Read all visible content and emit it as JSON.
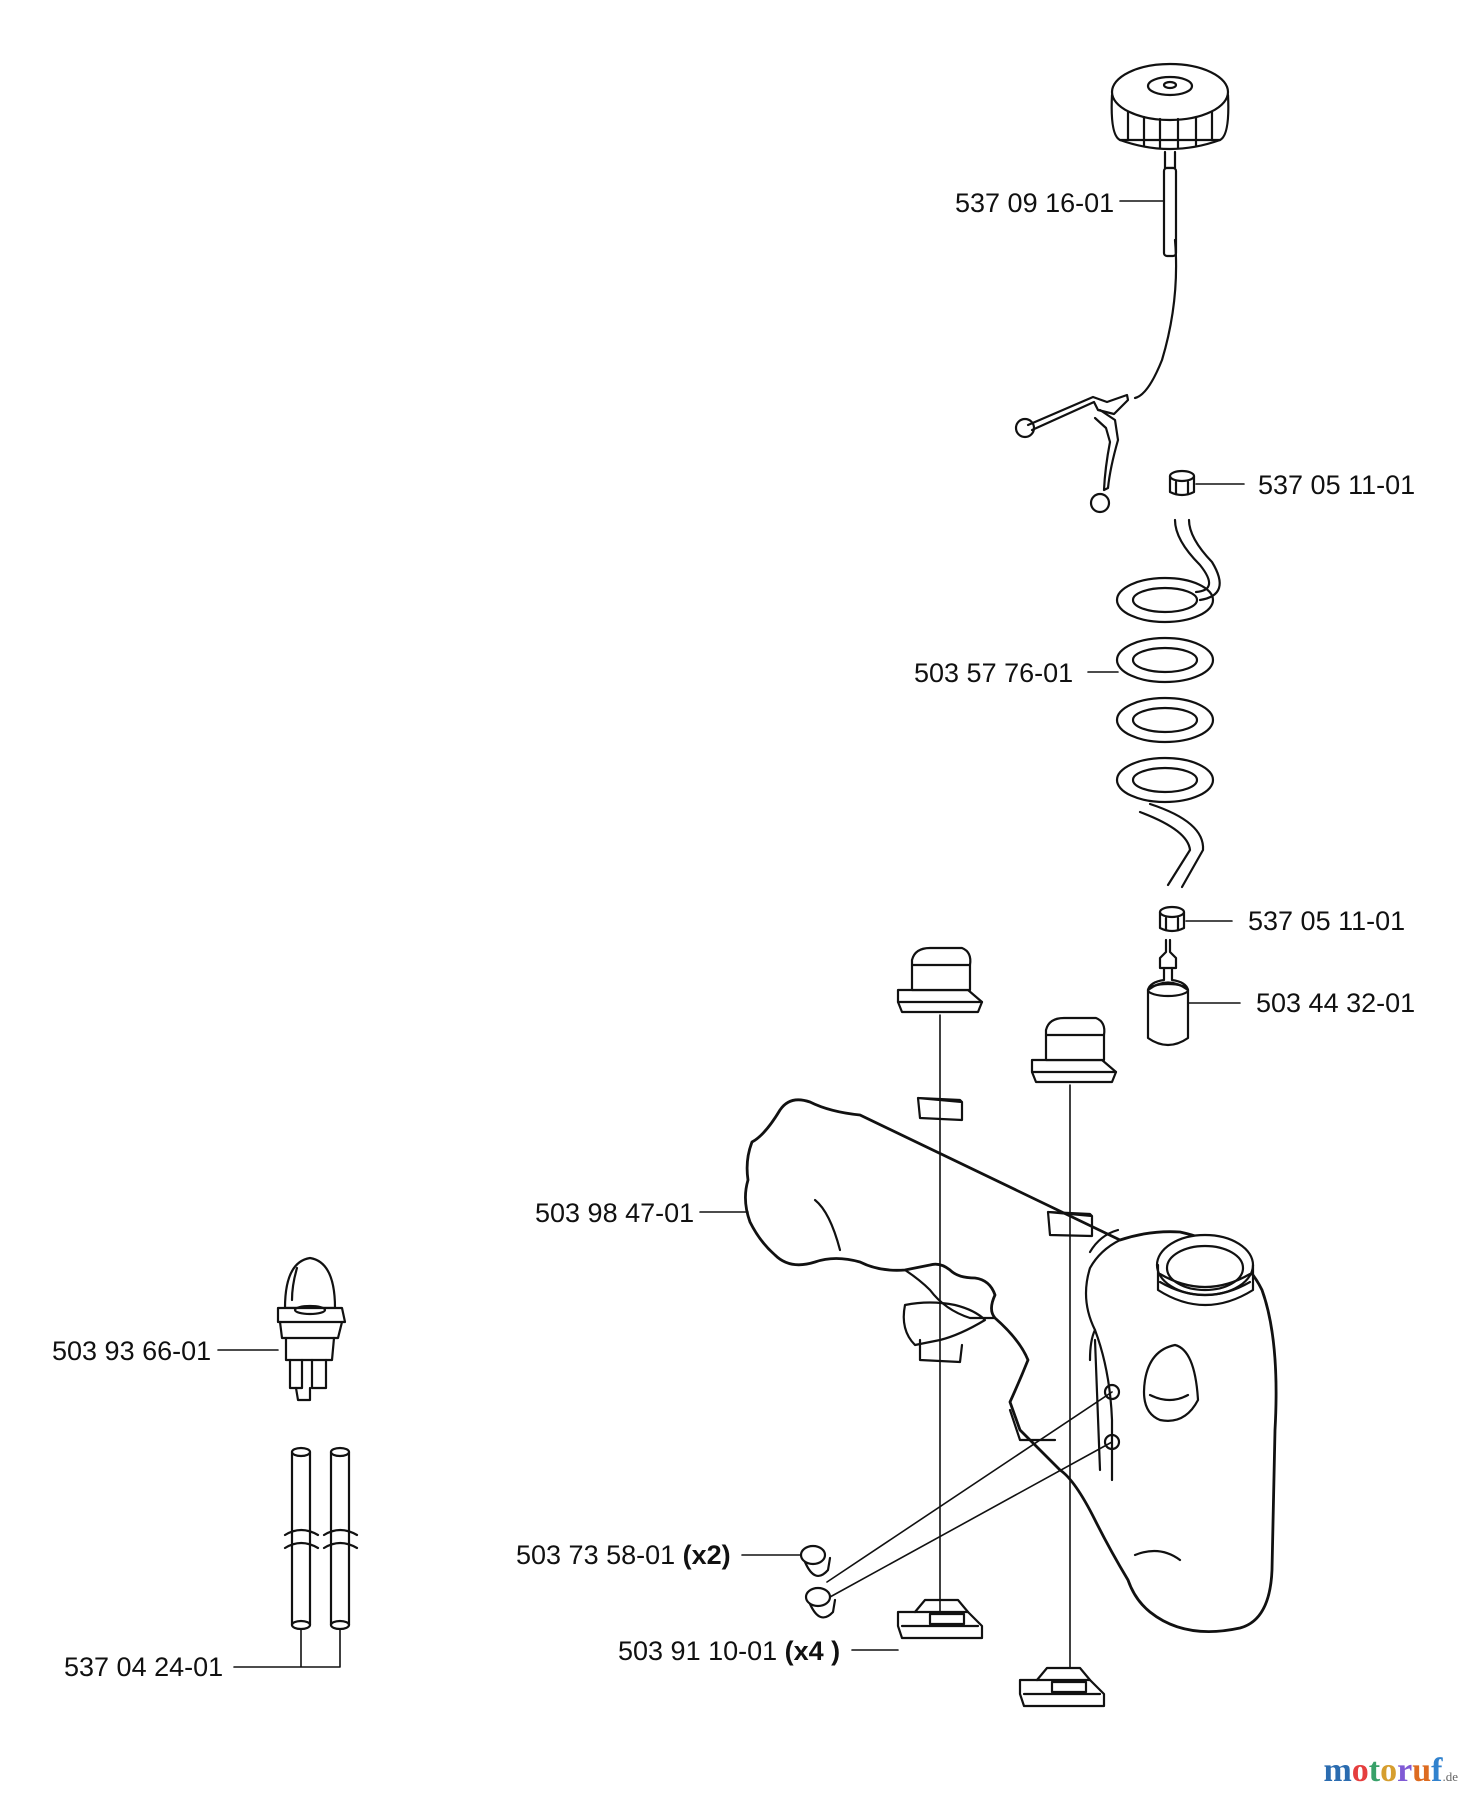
{
  "parts": [
    {
      "id": "fuel-cap",
      "number": "537 09 16-01",
      "qty": ""
    },
    {
      "id": "hose-clamp-top",
      "number": "537 05 11-01",
      "qty": ""
    },
    {
      "id": "fuel-hose",
      "number": "503 57 76-01",
      "qty": ""
    },
    {
      "id": "hose-clamp-bottom",
      "number": "537 05 11-01",
      "qty": ""
    },
    {
      "id": "fuel-filter",
      "number": "503 44 32-01",
      "qty": ""
    },
    {
      "id": "fuel-tank",
      "number": "503 98 47-01",
      "qty": ""
    },
    {
      "id": "primer-bulb",
      "number": "503 93 66-01",
      "qty": ""
    },
    {
      "id": "fuel-lines",
      "number": "537 04 24-01",
      "qty": ""
    },
    {
      "id": "grommet",
      "number": "503 73 58-01",
      "qty": "(x2)"
    },
    {
      "id": "rubber-mount",
      "number": "503 91 10-01",
      "qty": "(x4 )"
    }
  ],
  "watermark": {
    "letters": [
      "m",
      "o",
      "t",
      "o",
      "r",
      "u",
      "f"
    ],
    "letter_colors": [
      "#2b6cb0",
      "#e53e3e",
      "#38a169",
      "#d69e2e",
      "#805ad5",
      "#dd6b20",
      "#3182ce"
    ],
    "suffix": ".de"
  },
  "colors": {
    "line": "#111111",
    "background": "#ffffff"
  }
}
